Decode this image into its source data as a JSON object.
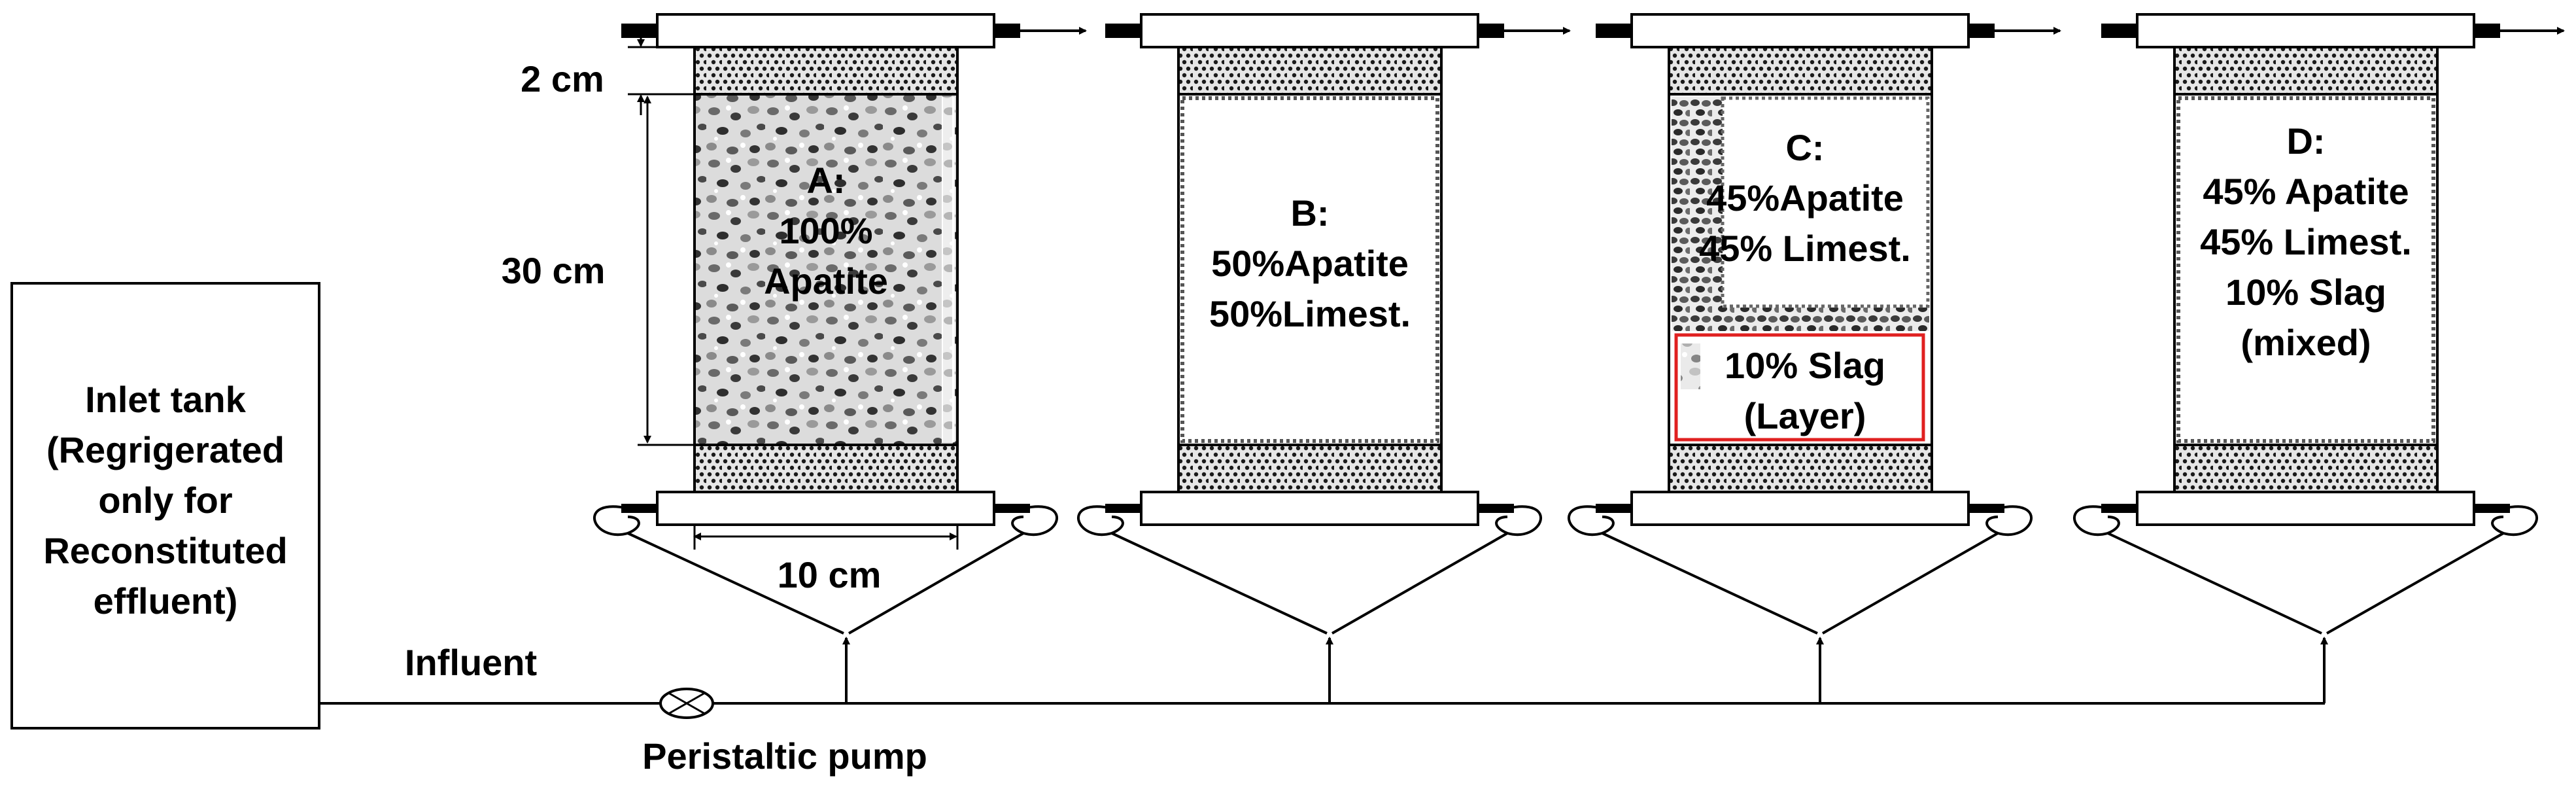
{
  "labels": {
    "inlet_tank": [
      "Inlet tank",
      "(Regrigerated",
      "only for",
      "Reconstituted",
      "effluent)"
    ],
    "influent": "Influent",
    "pump": "Peristaltic pump",
    "dim_2cm": "2 cm",
    "dim_30cm": "30 cm",
    "dim_10cm": "10 cm"
  },
  "columns": [
    {
      "id": "A",
      "lines": [
        "A:",
        "100%",
        "Apatite"
      ],
      "fill": "apatite"
    },
    {
      "id": "B",
      "lines": [
        "B:",
        "50%Apatite",
        "50%Limest."
      ],
      "fill": "mix"
    },
    {
      "id": "C",
      "lines": [
        "C:",
        "45%Apatite",
        "45% Limest."
      ],
      "slag_lines": [
        "10% Slag",
        "(Layer)"
      ],
      "fill": "layered"
    },
    {
      "id": "D",
      "lines": [
        "D:",
        "45% Apatite",
        "45% Limest.",
        "10% Slag",
        "(mixed)"
      ],
      "fill": "mix"
    }
  ],
  "colors": {
    "line": "#000000",
    "gravel": "#d9d9d9",
    "slag_box": "#e02020"
  }
}
